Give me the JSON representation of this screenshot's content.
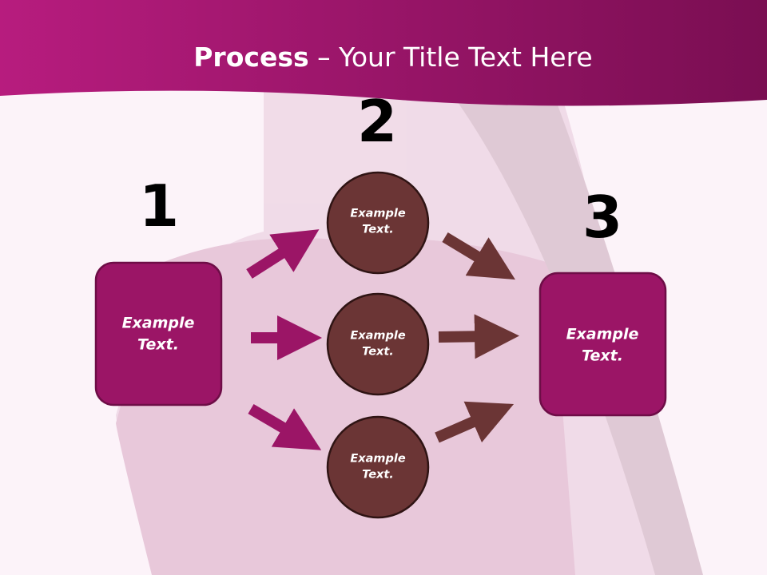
{
  "title": {
    "bold": "Process",
    "rest": " – Your Title Text Here"
  },
  "steps": [
    {
      "number": "1",
      "label_line1": "Example",
      "label_line2": "Text."
    },
    {
      "number": "2",
      "label_line1": "Example",
      "label_line2": "Text."
    },
    {
      "number": "3",
      "label_line1": "Example",
      "label_line2": "Text."
    }
  ],
  "circles": [
    {
      "label_line1": "Example",
      "label_line2": "Text."
    },
    {
      "label_line1": "Example",
      "label_line2": "Text."
    },
    {
      "label_line1": "Example",
      "label_line2": "Text."
    }
  ],
  "colors": {
    "magenta": "#9b1566",
    "brown": "#6b3535",
    "header": "#8e1260"
  }
}
